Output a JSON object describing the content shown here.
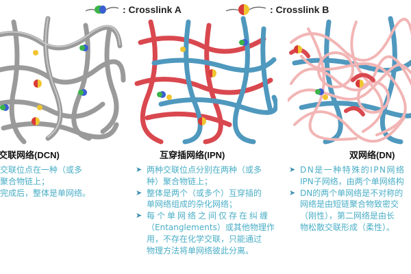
{
  "legend": [
    {
      "label": ": Crosslink A",
      "colors": [
        "#3a5fd0",
        "#3bb44a"
      ]
    },
    {
      "label": ": Crosslink B",
      "colors": [
        "#d83a3a",
        "#f0c530"
      ]
    }
  ],
  "colors": {
    "gray_chain": "#9a9a9a",
    "red_chain": "#d9484f",
    "blue_chain": "#4f98be",
    "pink_chain": "#f2b5b5",
    "text": "#4aaec6"
  },
  "panels": [
    {
      "title": "交联网络(DCN)",
      "items": [
        {
          "lines": [
            "交联位点在一种（或多",
            "聚合物链上；"
          ]
        },
        {
          "lines": [
            "完成后，整体是单网络。"
          ]
        }
      ]
    },
    {
      "title": "互穿插网络(IPN)",
      "items": [
        {
          "lines": [
            "两种交联位点分别在两种（或多",
            "种）聚合物链上；"
          ]
        },
        {
          "lines": [
            "整体是两个（或多个）互穿插的",
            "单网络组成的杂化网络；"
          ]
        },
        {
          "lines": [
            "每个单网络之间仅存在纠缠",
            "（Entanglements）或其他物理作",
            "用，不存在化学交联，只能通过",
            "物理方法将单网络彼此分离。"
          ]
        }
      ]
    },
    {
      "title": "双网络(DN)",
      "items": [
        {
          "lines": [
            "DN是一种特殊的IPN网络",
            "IPN子网络，由两个单网络构"
          ]
        },
        {
          "lines": [
            "DN的两个单网络是不对称的",
            "网络是由短链聚合物致密交",
            "（刚性），第二网络是由长",
            "物松散交联形成（柔性）。"
          ]
        }
      ]
    }
  ]
}
